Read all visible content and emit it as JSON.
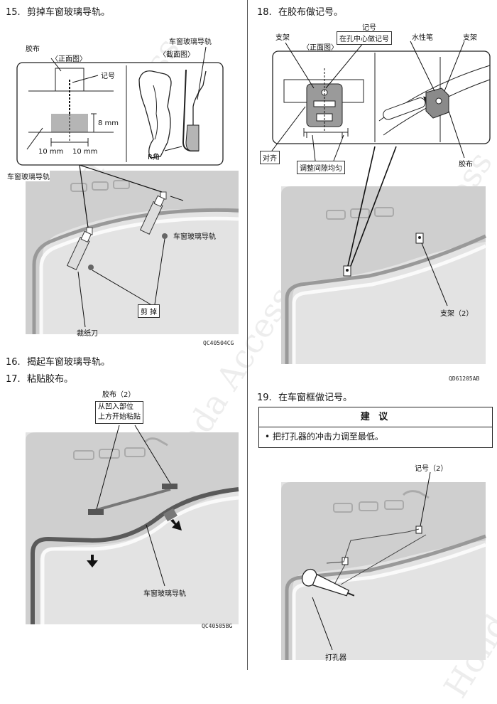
{
  "watermark": "Honda Access",
  "steps": {
    "s15": {
      "num": "15.",
      "text": "剪掉车窗玻璃导轨。"
    },
    "s16": {
      "num": "16.",
      "text": "揭起车窗玻璃导轨。"
    },
    "s17": {
      "num": "17.",
      "text": "粘贴胶布。"
    },
    "s18": {
      "num": "18.",
      "text": "在胶布做记号。"
    },
    "s19": {
      "num": "19.",
      "text": "在车窗框做记号。"
    }
  },
  "fig15": {
    "tape": "胶布",
    "front_view": "〈正面图〉",
    "mark": "记号",
    "rail_top": "车窗玻璃导轨",
    "section_view": "〈截面图〉",
    "dim_8": "8 mm",
    "dim_10a": "10 mm",
    "dim_10b": "10 mm",
    "r_corner": "R角",
    "rail_left": "车窗玻璃导轨",
    "rail_right": "车窗玻璃导轨",
    "cut": "剪 掉",
    "cutter": "裁纸刀",
    "code": "QC40504CG"
  },
  "fig17": {
    "tape2": "胶布（2）",
    "instruction_line1": "从凹入部位",
    "instruction_line2": "上方开始粘贴",
    "rail": "车窗玻璃导轨",
    "code": "QC40505BG"
  },
  "fig18": {
    "mark": "记号",
    "bracket_left": "支架",
    "center_mark": "在孔中心做记号",
    "pen": "水性笔",
    "bracket_right": "支架",
    "front_view": "〈正面图〉",
    "align": "对齐",
    "adjust_gap": "调整间隙均匀",
    "tape": "胶布",
    "bracket2": "支架（2）",
    "code": "QD61205AB"
  },
  "advice": {
    "title": "建 议",
    "item": "把打孔器的冲击力调至最低。"
  },
  "fig19": {
    "mark2": "记号（2）",
    "punch": "打孔器"
  }
}
